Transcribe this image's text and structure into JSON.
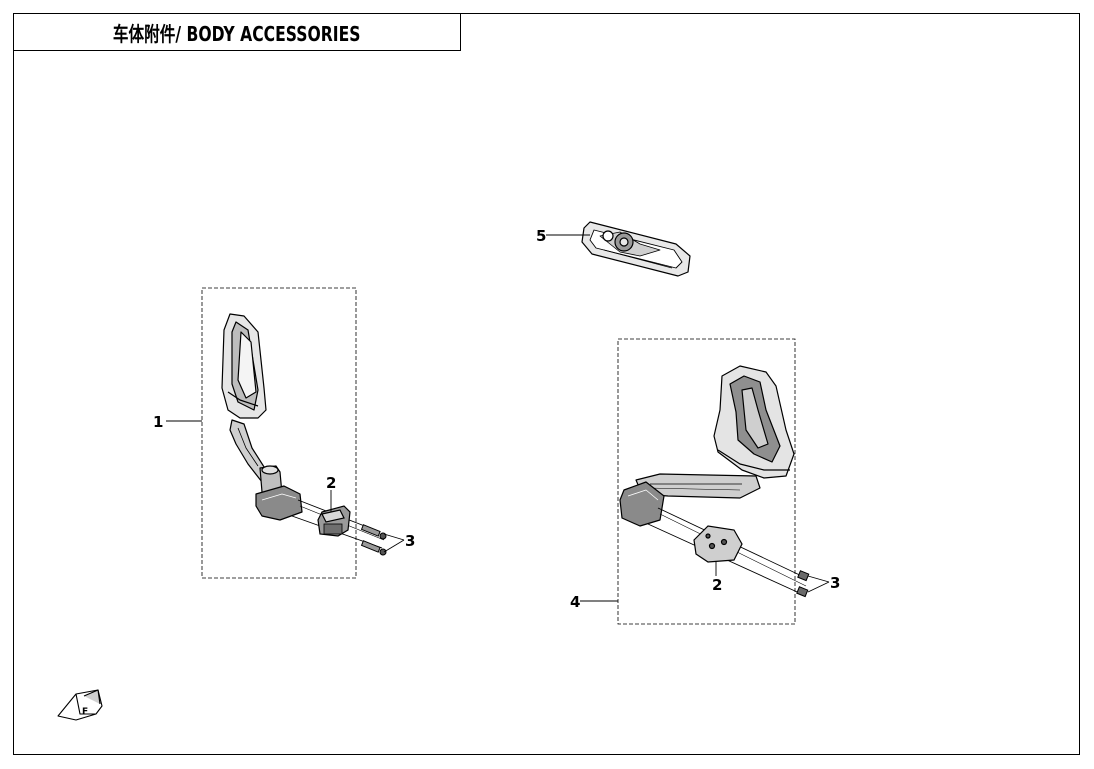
{
  "title": "车体附件/ BODY ACCESSORIES",
  "callouts": {
    "mirror_left": "1",
    "clamp_left": "2",
    "bolts_left": "3",
    "mirror_right_assembly": "4",
    "clamp_right": "2",
    "bolts_right": "3",
    "rear_view_mirror": "5"
  },
  "fwd_symbol": "F",
  "icons": {
    "fwd": "forward-direction-arrow-icon"
  }
}
